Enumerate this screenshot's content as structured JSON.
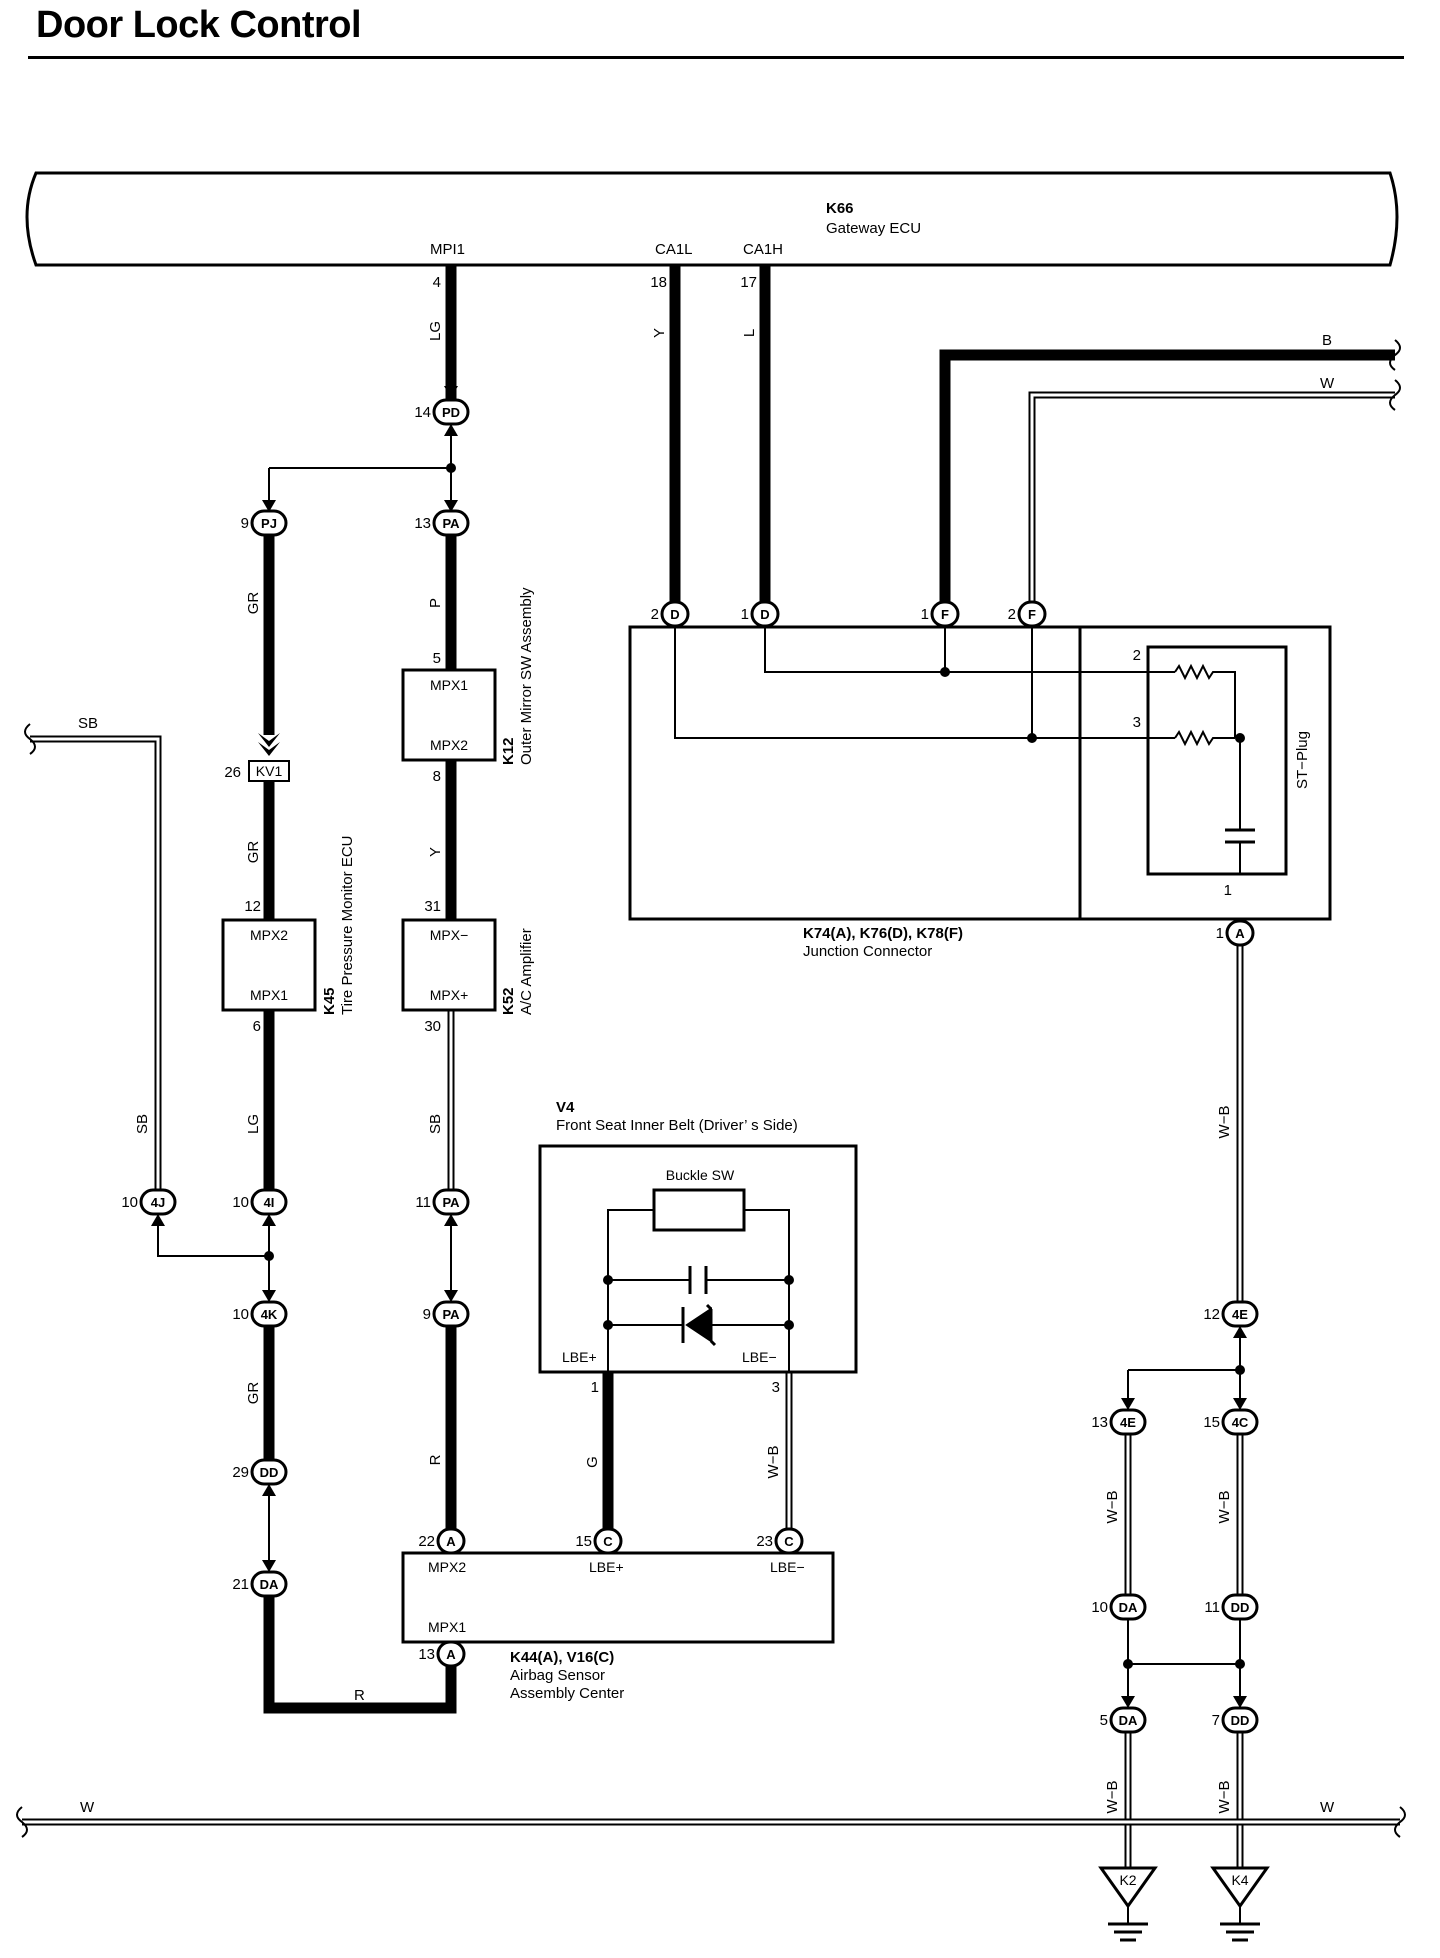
{
  "title": "Door Lock Control",
  "components": {
    "gateway": {
      "id": "K66",
      "name": "Gateway ECU",
      "pins": {
        "mpi1": "MPI1",
        "ca1l": "CA1L",
        "ca1h": "CA1H"
      }
    },
    "outer_mirror": {
      "id": "K12",
      "name": "Outer Mirror SW Assembly",
      "top": "MPX1",
      "bottom": "MPX2"
    },
    "tire_monitor": {
      "id": "K45",
      "name": "Tire Pressure Monitor ECU",
      "top": "MPX2",
      "bottom": "MPX1"
    },
    "ac_amp": {
      "id": "K52",
      "name": "A/C Amplifier",
      "top": "MPX−",
      "bottom": "MPX+"
    },
    "junction": {
      "id": "K74(A), K76(D), K78(F)",
      "name": "Junction Connector"
    },
    "st_plug": {
      "name": "ST−Plug"
    },
    "seat_belt": {
      "id": "V4",
      "name": "Front Seat Inner Belt (Driver’ s Side)",
      "switch": "Buckle SW",
      "lbe_plus": "LBE+",
      "lbe_minus": "LBE−"
    },
    "airbag": {
      "id": "K44(A), V16(C)",
      "name_line1": "Airbag Sensor",
      "name_line2": "Assembly Center",
      "mpx2": "MPX2",
      "mpx1": "MPX1",
      "lbe_plus": "LBE+",
      "lbe_minus": "LBE−"
    },
    "kv1": "KV1",
    "grounds": [
      "K2",
      "K4"
    ]
  },
  "wires": [
    {
      "id": "w1",
      "label": "LG"
    },
    {
      "id": "w2",
      "label": "Y"
    },
    {
      "id": "w3",
      "label": "L"
    },
    {
      "id": "w4",
      "label": "B"
    },
    {
      "id": "w5",
      "label": "W"
    },
    {
      "id": "w6",
      "label": "GR"
    },
    {
      "id": "w7",
      "label": "P"
    },
    {
      "id": "w8",
      "label": "SB"
    },
    {
      "id": "w9",
      "label": "GR"
    },
    {
      "id": "w10",
      "label": "Y"
    },
    {
      "id": "w11",
      "label": "SB"
    },
    {
      "id": "w12",
      "label": "LG"
    },
    {
      "id": "w13",
      "label": "SB"
    },
    {
      "id": "w14",
      "label": "W−B"
    },
    {
      "id": "w15",
      "label": "GR"
    },
    {
      "id": "w16",
      "label": "R"
    },
    {
      "id": "w17",
      "label": "G"
    },
    {
      "id": "w18",
      "label": "W−B"
    },
    {
      "id": "w19",
      "label": "R"
    },
    {
      "id": "w20",
      "label": "W−B"
    },
    {
      "id": "w21",
      "label": "W−B"
    },
    {
      "id": "w22",
      "label": "W"
    },
    {
      "id": "w23",
      "label": "W"
    },
    {
      "id": "w24",
      "label": "W−B"
    },
    {
      "id": "w25",
      "label": "W−B"
    }
  ],
  "connectors": [
    {
      "id": "c1",
      "pin": "14",
      "code": "PD"
    },
    {
      "id": "c2",
      "pin": "9",
      "code": "PJ"
    },
    {
      "id": "c3",
      "pin": "13",
      "code": "PA"
    },
    {
      "id": "c4",
      "pin": "2",
      "code": "D"
    },
    {
      "id": "c5",
      "pin": "1",
      "code": "D"
    },
    {
      "id": "c6",
      "pin": "1",
      "code": "F"
    },
    {
      "id": "c7",
      "pin": "2",
      "code": "F"
    },
    {
      "id": "c8",
      "pin": "1",
      "code": "A"
    },
    {
      "id": "c9",
      "pin": "10",
      "code": "4J"
    },
    {
      "id": "c10",
      "pin": "10",
      "code": "4I"
    },
    {
      "id": "c11",
      "pin": "11",
      "code": "PA"
    },
    {
      "id": "c12",
      "pin": "10",
      "code": "4K"
    },
    {
      "id": "c13",
      "pin": "9",
      "code": "PA"
    },
    {
      "id": "c14",
      "pin": "12",
      "code": "4E"
    },
    {
      "id": "c15",
      "pin": "13",
      "code": "4E"
    },
    {
      "id": "c16",
      "pin": "15",
      "code": "4C"
    },
    {
      "id": "c17",
      "pin": "29",
      "code": "DD"
    },
    {
      "id": "c18",
      "pin": "22",
      "code": "A"
    },
    {
      "id": "c19",
      "pin": "15",
      "code": "C"
    },
    {
      "id": "c20",
      "pin": "23",
      "code": "C"
    },
    {
      "id": "c21",
      "pin": "21",
      "code": "DA"
    },
    {
      "id": "c22",
      "pin": "13",
      "code": "A"
    },
    {
      "id": "c23",
      "pin": "10",
      "code": "DA"
    },
    {
      "id": "c24",
      "pin": "11",
      "code": "DD"
    },
    {
      "id": "c25",
      "pin": "5",
      "code": "DA"
    },
    {
      "id": "c26",
      "pin": "7",
      "code": "DD"
    }
  ],
  "pins": [
    {
      "id": "p1",
      "label": "4"
    },
    {
      "id": "p2",
      "label": "18"
    },
    {
      "id": "p3",
      "label": "17"
    },
    {
      "id": "p4",
      "label": "5"
    },
    {
      "id": "p5",
      "label": "8"
    },
    {
      "id": "p6",
      "label": "26"
    },
    {
      "id": "p7",
      "label": "12"
    },
    {
      "id": "p8",
      "label": "31"
    },
    {
      "id": "p9",
      "label": "6"
    },
    {
      "id": "p10",
      "label": "30"
    },
    {
      "id": "p11",
      "label": "2"
    },
    {
      "id": "p12",
      "label": "3"
    },
    {
      "id": "p13",
      "label": "1"
    },
    {
      "id": "p14",
      "label": "1"
    },
    {
      "id": "p15",
      "label": "3"
    }
  ]
}
